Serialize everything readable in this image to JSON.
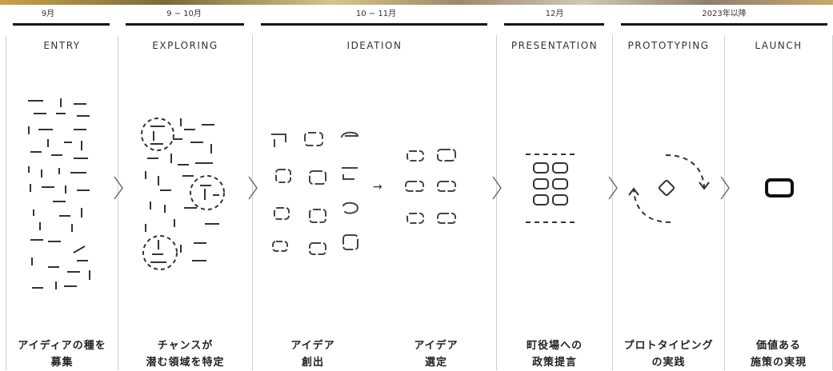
{
  "periods": [
    "9月",
    "9 − 10月",
    "10 − 11月",
    "12月",
    "2023年以降"
  ],
  "phases": [
    "ENTRY",
    "EXPLORING",
    "IDEATION",
    "PRESENTATION",
    "PROTOTYPING",
    "LAUNCH"
  ],
  "captions": {
    "entry": [
      "アイディアの種を",
      "募集"
    ],
    "exploring": [
      "チャンスが",
      "潜む領域を特定"
    ],
    "ideation_create": [
      "アイデア",
      "創出"
    ],
    "ideation_select": [
      "アイデア",
      "選定"
    ],
    "presentation": [
      "町役場への",
      "政策提言"
    ],
    "prototyping": [
      "プロトタイピング",
      "の実践"
    ],
    "launch": [
      "価値ある",
      "施策の実現"
    ]
  },
  "arrow_glyph": "→",
  "colors": {
    "ink": "#222222",
    "divider": "#cfcfcf",
    "bar": "#111111"
  }
}
